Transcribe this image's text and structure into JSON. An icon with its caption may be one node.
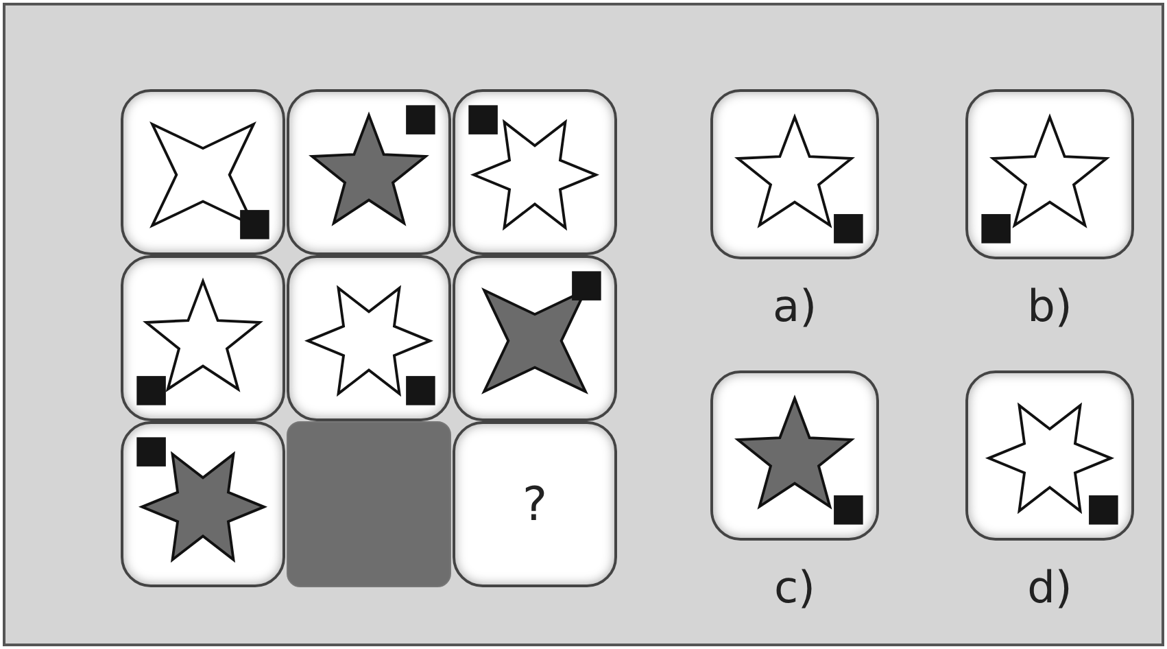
{
  "diagram": {
    "nodes": [
      {
        "text": [],
        "shape": "box"
      },
      {
        "text": [],
        "shape": "box"
      },
      {
        "text": [],
        "shape": "box"
      },
      {
        "text": [],
        "shape": "box"
      },
      {
        "text": [],
        "shape": "box"
      },
      {
        "text": [],
        "shape": "box"
      },
      {
        "text": [],
        "shape": "box"
      },
      {
        "text": [],
        "shape": "box"
      },
      {
        "text": [
          "?"
        ]
      },
      {
        "text": [],
        "shape": "box",
        "beside": [
          "a)"
        ]
      },
      {
        "text": [],
        "shape": "box",
        "beside": [
          "b)"
        ]
      },
      {
        "text": [],
        "shape": "box",
        "beside": [
          "c)"
        ]
      },
      {
        "text": [],
        "shape": "box",
        "beside": [
          "d)"
        ]
      }
    ]
  }
}
